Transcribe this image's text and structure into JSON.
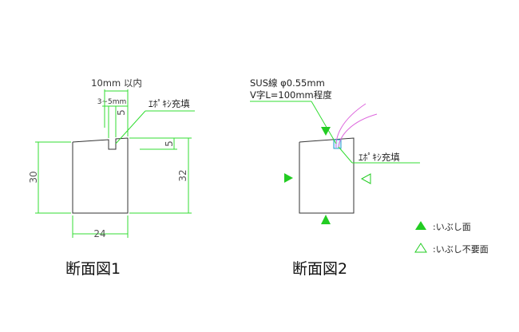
{
  "section1": {
    "title": "断面図1",
    "dim_width": "24",
    "dim_height_left": "30",
    "dim_height_right": "32",
    "dim_slot_depth": "5",
    "dim_slot_width": "5",
    "note_within": "10mm 以内",
    "note_range": "3~5mm",
    "note_epoxy": "ｴﾎﾟｷｼ充填"
  },
  "section2": {
    "title": "断面図2",
    "note_wire": "SUS線 φ0.55mm",
    "note_vshape": "V字L=100mm程度",
    "note_epoxy": "ｴﾎﾟｷｼ充填"
  },
  "legend": {
    "filled_label": ":いぶし面",
    "outline_label": ":いぶし不要面"
  },
  "colors": {
    "dimension": "#33dd33",
    "marker": "#22cc22",
    "wire": "#dd66dd",
    "epoxy": "#2299cc",
    "outline": "#333333"
  }
}
